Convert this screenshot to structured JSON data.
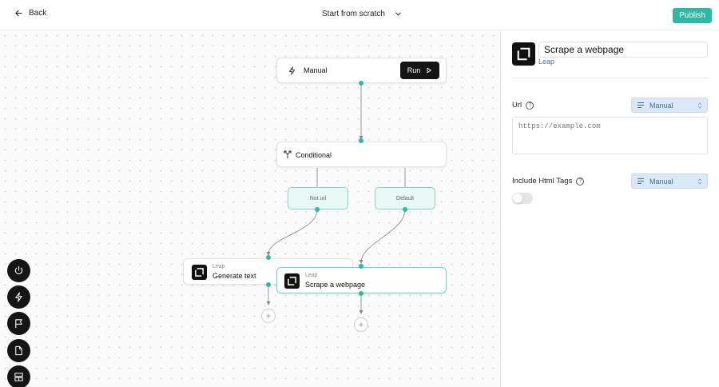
{
  "header": {
    "back_label": "Back",
    "template_label": "Start from scratch",
    "publish_label": "Publish"
  },
  "colors": {
    "accent": "#2db9a3",
    "dark": "#151515",
    "link": "#3f6fa8"
  },
  "canvas": {
    "trigger_node": {
      "label": "Manual",
      "run_label": "Run"
    },
    "conditional_node": {
      "label": "Conditional"
    },
    "branches": [
      "Not url",
      "Default"
    ],
    "generate_node": {
      "provider": "Leap",
      "label": "Generate text"
    },
    "scrape_node": {
      "provider": "Leap",
      "label": "Scrape a webpage"
    }
  },
  "toolbar": {
    "icons": [
      "power-icon",
      "bolt-icon",
      "flag-icon",
      "file-icon",
      "layout-icon"
    ]
  },
  "panel": {
    "title": "Scrape a webpage",
    "provider": "Leap",
    "fields": {
      "url": {
        "label": "Url",
        "mode": "Manual",
        "placeholder": "https://example.com"
      },
      "include_html": {
        "label": "Include Html Tags",
        "mode": "Manual",
        "enabled": false
      }
    }
  }
}
